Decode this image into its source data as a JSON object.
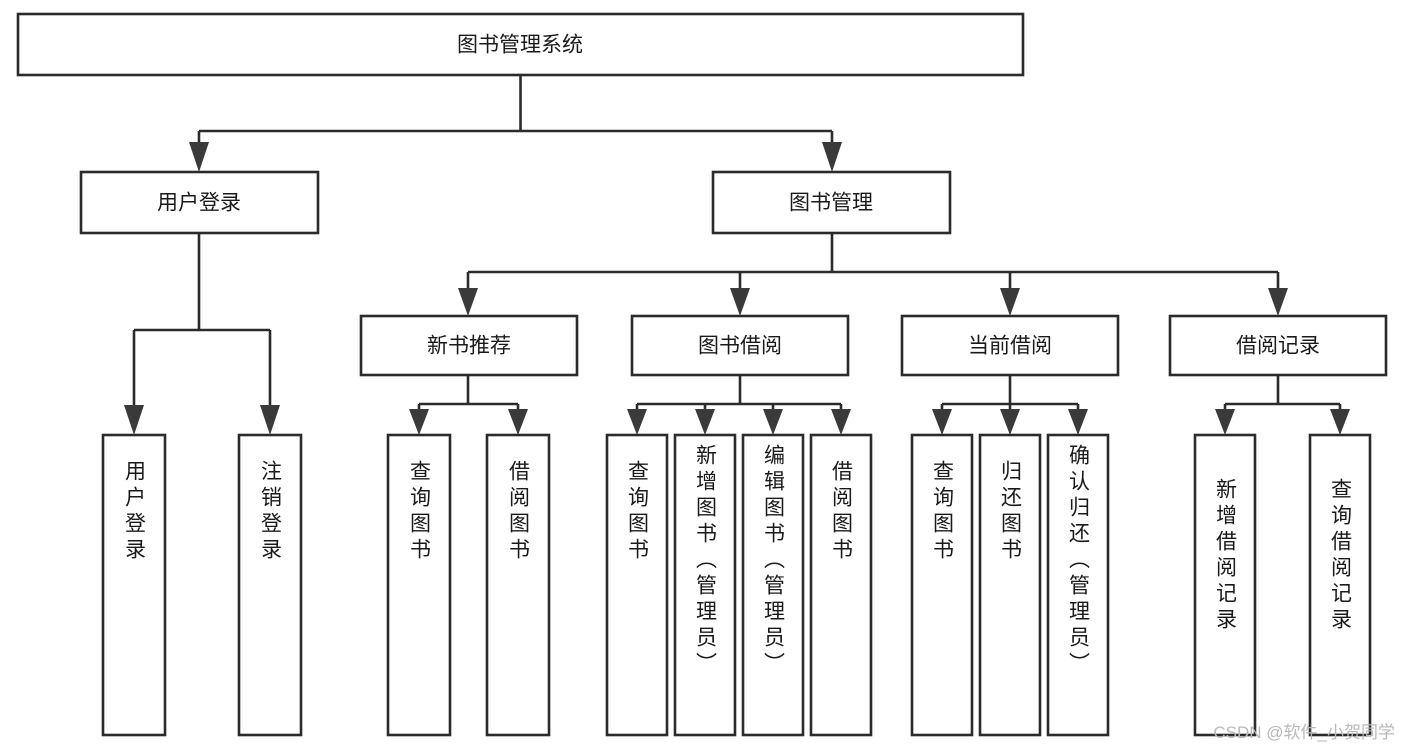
{
  "diagram": {
    "title": "图书管理系统",
    "type": "tree-hierarchy",
    "watermark": "CSDN @软件_小贺同学",
    "colors": {
      "box_stroke": "#2b2b2b",
      "box_fill": "#ffffff",
      "connector": "#2b2b2b",
      "arrow": "#3a3a3a",
      "text": "#1a1a1a",
      "watermark": "#b9b9b9"
    },
    "nodes": {
      "root": {
        "label": "图书管理系统",
        "level": 1,
        "orientation": "horizontal"
      },
      "l2": [
        {
          "id": "user-login",
          "label": "用户登录",
          "level": 2,
          "orientation": "horizontal"
        },
        {
          "id": "book-manage",
          "label": "图书管理",
          "level": 2,
          "orientation": "horizontal"
        }
      ],
      "l3": [
        {
          "id": "new-book-rec",
          "label": "新书推荐",
          "level": 3,
          "orientation": "horizontal",
          "parent": "book-manage"
        },
        {
          "id": "book-borrow",
          "label": "图书借阅",
          "level": 3,
          "orientation": "horizontal",
          "parent": "book-manage"
        },
        {
          "id": "current-borrow",
          "label": "当前借阅",
          "level": 3,
          "orientation": "horizontal",
          "parent": "book-manage"
        },
        {
          "id": "borrow-record",
          "label": "借阅记录",
          "level": 3,
          "orientation": "horizontal",
          "parent": "book-manage"
        }
      ],
      "leaves": [
        {
          "id": "leaf-user-login",
          "label": "用户登录",
          "parent": "user-login",
          "orientation": "vertical"
        },
        {
          "id": "leaf-logout",
          "label": "注销登录",
          "parent": "user-login",
          "orientation": "vertical"
        },
        {
          "id": "leaf-query-book-1",
          "label": "查询图书",
          "parent": "new-book-rec",
          "orientation": "vertical"
        },
        {
          "id": "leaf-borrow-book-1",
          "label": "借阅图书",
          "parent": "new-book-rec",
          "orientation": "vertical"
        },
        {
          "id": "leaf-query-book-2",
          "label": "查询图书",
          "parent": "book-borrow",
          "orientation": "vertical"
        },
        {
          "id": "leaf-add-book",
          "label": "新增图书（管理员）",
          "parent": "book-borrow",
          "orientation": "vertical"
        },
        {
          "id": "leaf-edit-book",
          "label": "编辑图书（管理员）",
          "parent": "book-borrow",
          "orientation": "vertical"
        },
        {
          "id": "leaf-borrow-book-2",
          "label": "借阅图书",
          "parent": "book-borrow",
          "orientation": "vertical"
        },
        {
          "id": "leaf-query-book-3",
          "label": "查询图书",
          "parent": "current-borrow",
          "orientation": "vertical"
        },
        {
          "id": "leaf-return-book",
          "label": "归还图书",
          "parent": "current-borrow",
          "orientation": "vertical"
        },
        {
          "id": "leaf-confirm-return",
          "label": "确认归还（管理员）",
          "parent": "current-borrow",
          "orientation": "vertical"
        },
        {
          "id": "leaf-add-record",
          "label": "新增借阅记录",
          "parent": "borrow-record",
          "orientation": "vertical"
        },
        {
          "id": "leaf-query-record",
          "label": "查询借阅记录",
          "parent": "borrow-record",
          "orientation": "vertical"
        }
      ]
    }
  }
}
